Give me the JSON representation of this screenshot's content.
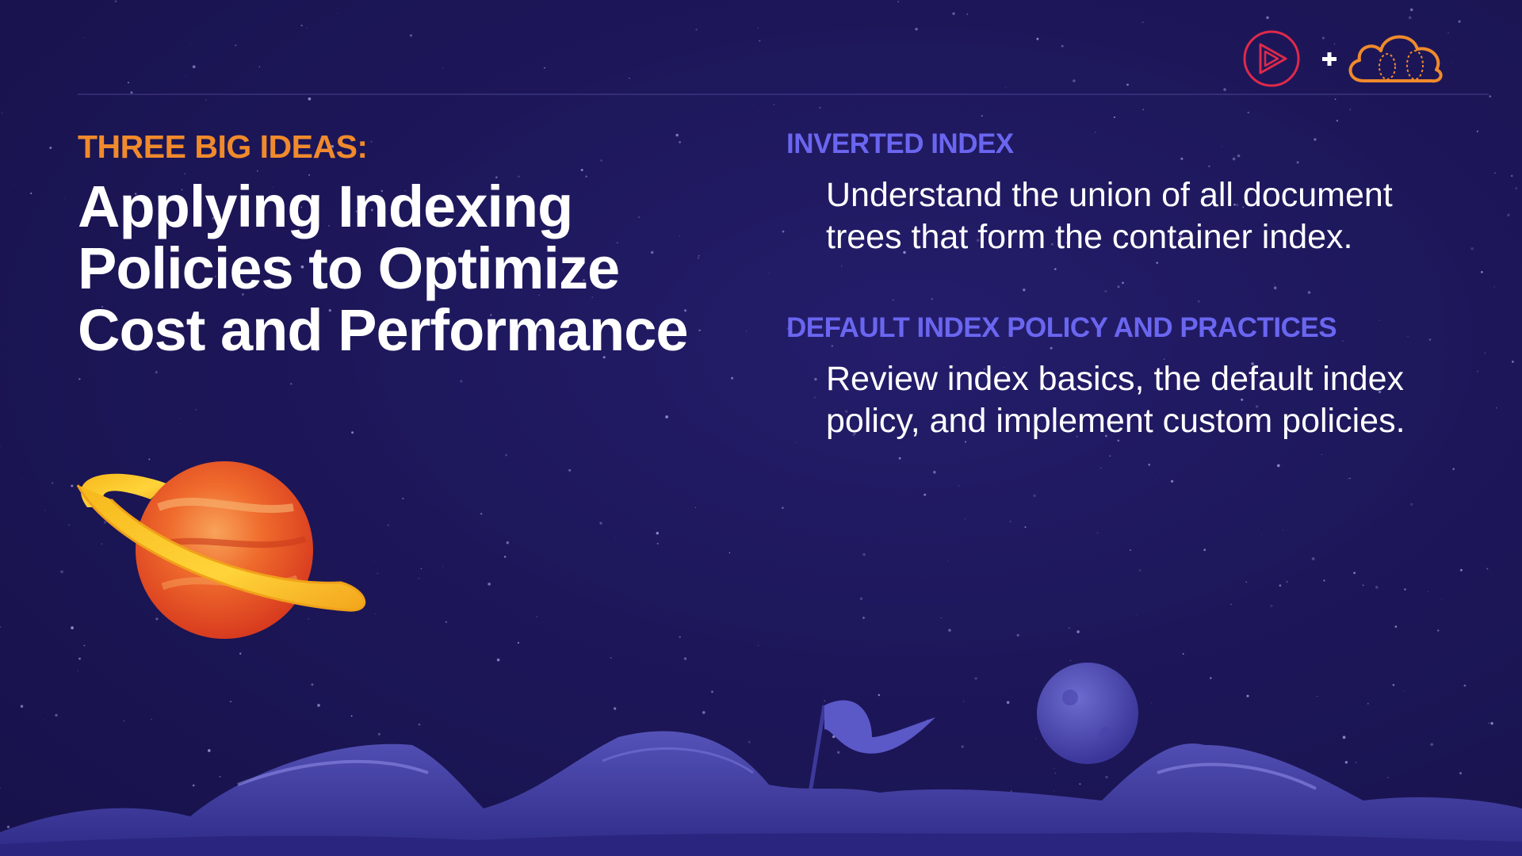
{
  "header": {
    "eyebrow": "THREE BIG IDEAS:",
    "title_lines": [
      "Applying Indexing",
      "Policies to Optimize",
      "Cost and Performance"
    ]
  },
  "ideas": [
    {
      "heading": "INVERTED INDEX",
      "body": "Understand the union of all document trees that form the container index."
    },
    {
      "heading": "DEFAULT INDEX POLICY AND PRACTICES",
      "body": "Review index basics, the default index policy, and implement custom policies."
    }
  ],
  "logos": {
    "left_icon": "play-circle-icon",
    "separator_icon": "plus-icon",
    "right_icon": "cloud-icon"
  },
  "colors": {
    "background": "#1d175a",
    "eyebrow": "#f08a2c",
    "heading_accent": "#6a66f0",
    "text": "#ffffff",
    "play_logo": "#e0294a",
    "cloud_logo": "#f08a2c"
  }
}
